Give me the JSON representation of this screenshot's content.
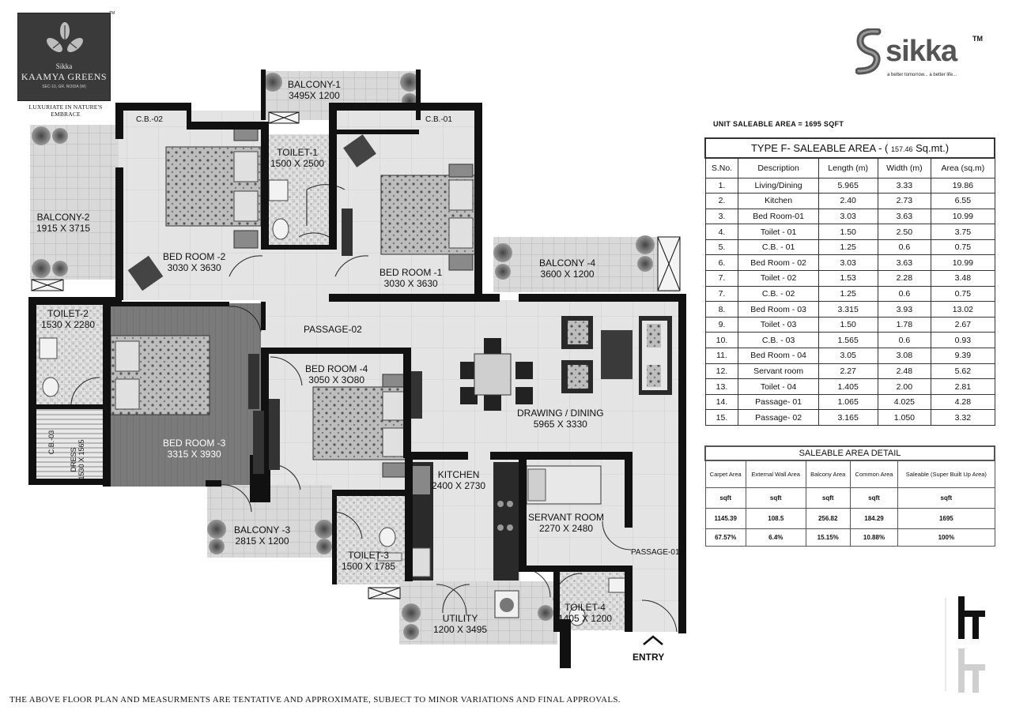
{
  "kaamya_logo": {
    "tm": "TM",
    "brand": "Sikka",
    "name": "KAAMYA GREENS",
    "sector": "SEC-10, GR. NOIDA (W)",
    "tagline": "LUXURIATE IN NATURE'S EMBRACE"
  },
  "sikka_logo": {
    "word": "sikka",
    "tm": "TM",
    "tagline": "a better tomorrow... a better life..."
  },
  "plan": {
    "rooms": {
      "balcony1": [
        "BALCONY-1",
        "3495X 1200"
      ],
      "cb02": "C.B.-02",
      "cb01": "C.B.-01",
      "toilet1": [
        "TOILET-1",
        "1500 X 2500"
      ],
      "balcony2": [
        "BALCONY-2",
        "1915 X 3715"
      ],
      "bedroom2": [
        "BED ROOM -2",
        "3030 X 3630"
      ],
      "bedroom1": [
        "BED ROOM -1",
        "3030 X 3630"
      ],
      "balcony4": [
        "BALCONY -4",
        "3600 X 1200"
      ],
      "toilet2": [
        "TOILET-2",
        "1530 X 2280"
      ],
      "passage02": "PASSAGE-02",
      "bedroom4": [
        "BED ROOM -4",
        "3050 X 3O80"
      ],
      "drawing": [
        "DRAWING / DINING",
        "5965 X 3330"
      ],
      "cb03": "C.B.-03",
      "dress": [
        "DRESS",
        "1530 X 1565"
      ],
      "bedroom3": [
        "BED ROOM -3",
        "3315 X 3930"
      ],
      "kitchen": [
        "KITCHEN",
        "2400 X 2730"
      ],
      "servant": [
        "SERVANT ROOM",
        "2270 X 2480"
      ],
      "passage01": "PASSAGE-01",
      "balcony3": [
        "BALCONY -3",
        "2815 X 1200"
      ],
      "toilet3": [
        "TOILET-3",
        "1500 X 1785"
      ],
      "utility": [
        "UTILITY",
        "1200 X 3495"
      ],
      "toilet4": [
        "TOILET-4",
        "1405 X 1200"
      ]
    },
    "entry": "ENTRY"
  },
  "unit_area": "UNIT   SALEABLE   AREA = 1695 SQFT",
  "area_table": {
    "title_prefix": "TYPE F- SALEABLE AREA - (",
    "title_value": "157.46",
    "title_suffix": "Sq.mt.)",
    "headers": [
      "S.No.",
      "Description",
      "Length (m)",
      "Width (m)",
      "Area (sq.m)"
    ],
    "rows": [
      [
        "1.",
        "Living/Dining",
        "5.965",
        "3.33",
        "19.86"
      ],
      [
        "2.",
        "Kitchen",
        "2.40",
        "2.73",
        "6.55"
      ],
      [
        "3.",
        "Bed Room-01",
        "3.03",
        "3.63",
        "10.99"
      ],
      [
        "4.",
        "Toilet - 01",
        "1.50",
        "2.50",
        "3.75"
      ],
      [
        "5.",
        "C.B. - 01",
        "1.25",
        "0.6",
        "0.75"
      ],
      [
        "6.",
        "Bed Room - 02",
        "3.03",
        "3.63",
        "10.99"
      ],
      [
        "7.",
        "Toilet - 02",
        "1.53",
        "2.28",
        "3.48"
      ],
      [
        "7.",
        "C.B. - 02",
        "1.25",
        "0.6",
        "0.75"
      ],
      [
        "8.",
        "Bed Room - 03",
        "3.315",
        "3.93",
        "13.02"
      ],
      [
        "9.",
        "Toilet - 03",
        "1.50",
        "1.78",
        "2.67"
      ],
      [
        "10.",
        "C.B. - 03",
        "1.565",
        "0.6",
        "0.93"
      ],
      [
        "11.",
        "Bed Room - 04",
        "3.05",
        "3.08",
        "9.39"
      ],
      [
        "12.",
        "Servant room",
        "2.27",
        "2.48",
        "5.62"
      ],
      [
        "13.",
        "Toilet - 04",
        "1.405",
        "2.00",
        "2.81"
      ],
      [
        "14.",
        "Passage- 01",
        "1.065",
        "4.025",
        "4.28"
      ],
      [
        "15.",
        "Passage- 02",
        "3.165",
        "1.050",
        "3.32"
      ]
    ]
  },
  "detail_table": {
    "title": "SALEABLE AREA DETAIL",
    "headers": [
      "Carpet Area",
      "External Wall Area",
      "Balcony Area",
      "Common Area",
      "Saleable (Super Built Up Area)"
    ],
    "units": [
      "sqft",
      "sqft",
      "sqft",
      "sqft",
      "sqft"
    ],
    "values": [
      "1145.39",
      "108.5",
      "256.82",
      "184.29",
      "1695"
    ],
    "percents": [
      "67.57%",
      "6.4%",
      "15.15%",
      "10.88%",
      "100%"
    ]
  },
  "disclaimer": "THE ABOVE FLOOR PLAN AND MEASURMENTS ARE TENTATIVE AND APPROXIMATE, SUBJECT TO MINOR VARIATIONS AND FINAL APPROVALS."
}
